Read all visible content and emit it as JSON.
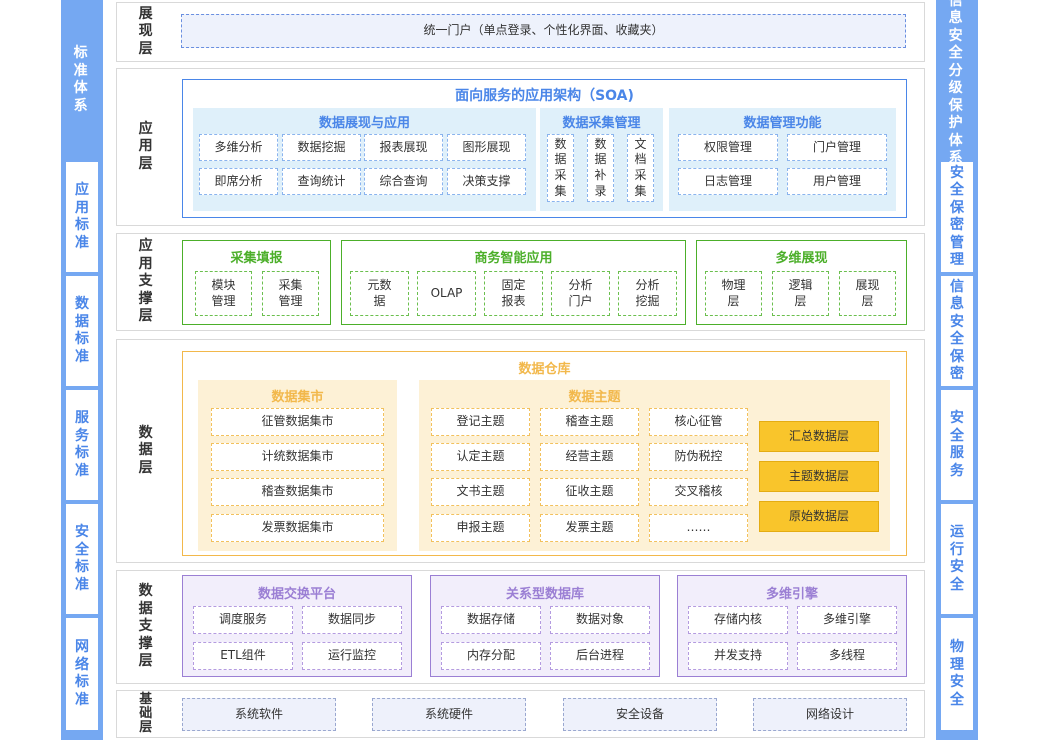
{
  "left_column": {
    "header": "标准体系",
    "items": [
      "应用标准",
      "数据标准",
      "服务标准",
      "安全标准",
      "网络标准"
    ]
  },
  "right_column": {
    "header": "信息安全分级保护体系",
    "items": [
      "安全保密管理",
      "信息安全保密",
      "安全服务",
      "运行安全",
      "物理安全"
    ]
  },
  "presentation": {
    "label": "展现层",
    "portal": "统一门户（单点登录、个性化界面、收藏夹）"
  },
  "application": {
    "label": "应用层",
    "soa_title": "面向服务的应用架构（SOA)",
    "display": {
      "title": "数据展现与应用",
      "items": [
        "多维分析",
        "数据挖掘",
        "报表展现",
        "图形展现",
        "即席分析",
        "查询统计",
        "综合查询",
        "决策支撑"
      ]
    },
    "collection": {
      "title": "数据采集管理",
      "items": [
        "数据采集",
        "数据补录",
        "文档采集"
      ]
    },
    "management": {
      "title": "数据管理功能",
      "items": [
        "权限管理",
        "门户管理",
        "日志管理",
        "用户管理"
      ]
    }
  },
  "app_support": {
    "label": "应用支撑层",
    "fill": {
      "title": "采集填报",
      "items": [
        "模块管理",
        "采集管理"
      ]
    },
    "bi": {
      "title": "商务智能应用",
      "items": [
        "元数据",
        "OLAP",
        "固定报表",
        "分析门户",
        "分析挖掘"
      ]
    },
    "multi": {
      "title": "多维展现",
      "items": [
        "物理层",
        "逻辑层",
        "展现层"
      ]
    }
  },
  "data_layer": {
    "label": "数据层",
    "warehouse_title": "数据仓库",
    "mart": {
      "title": "数据集市",
      "items": [
        "征管数据集市",
        "计统数据集市",
        "稽查数据集市",
        "发票数据集市"
      ]
    },
    "subject": {
      "title": "数据主题",
      "items": [
        "登记主题",
        "稽查主题",
        "核心征管",
        "认定主题",
        "经营主题",
        "防伪税控",
        "文书主题",
        "征收主题",
        "交叉稽核",
        "申报主题",
        "发票主题",
        "……"
      ]
    },
    "tiers": [
      "汇总数据层",
      "主题数据层",
      "原始数据层"
    ]
  },
  "data_support": {
    "label": "数据支撑层",
    "exchange": {
      "title": "数据交换平台",
      "items": [
        "调度服务",
        "数据同步",
        "ETL组件",
        "运行监控"
      ]
    },
    "rdb": {
      "title": "关系型数据库",
      "items": [
        "数据存储",
        "数据对象",
        "内存分配",
        "后台进程"
      ]
    },
    "engine": {
      "title": "多维引擎",
      "items": [
        "存储内核",
        "多维引擎",
        "并发支持",
        "多线程"
      ]
    }
  },
  "base": {
    "label": "基础层",
    "items": [
      "系统软件",
      "系统硬件",
      "安全设备",
      "网络设计"
    ]
  },
  "colors": {
    "side_blue": "#75a8f2",
    "soa_blue": "#4a86e8",
    "green": "#4caf2a",
    "orange": "#f2b84b",
    "purple": "#9b7fd4",
    "gold": "#f9c52b"
  }
}
